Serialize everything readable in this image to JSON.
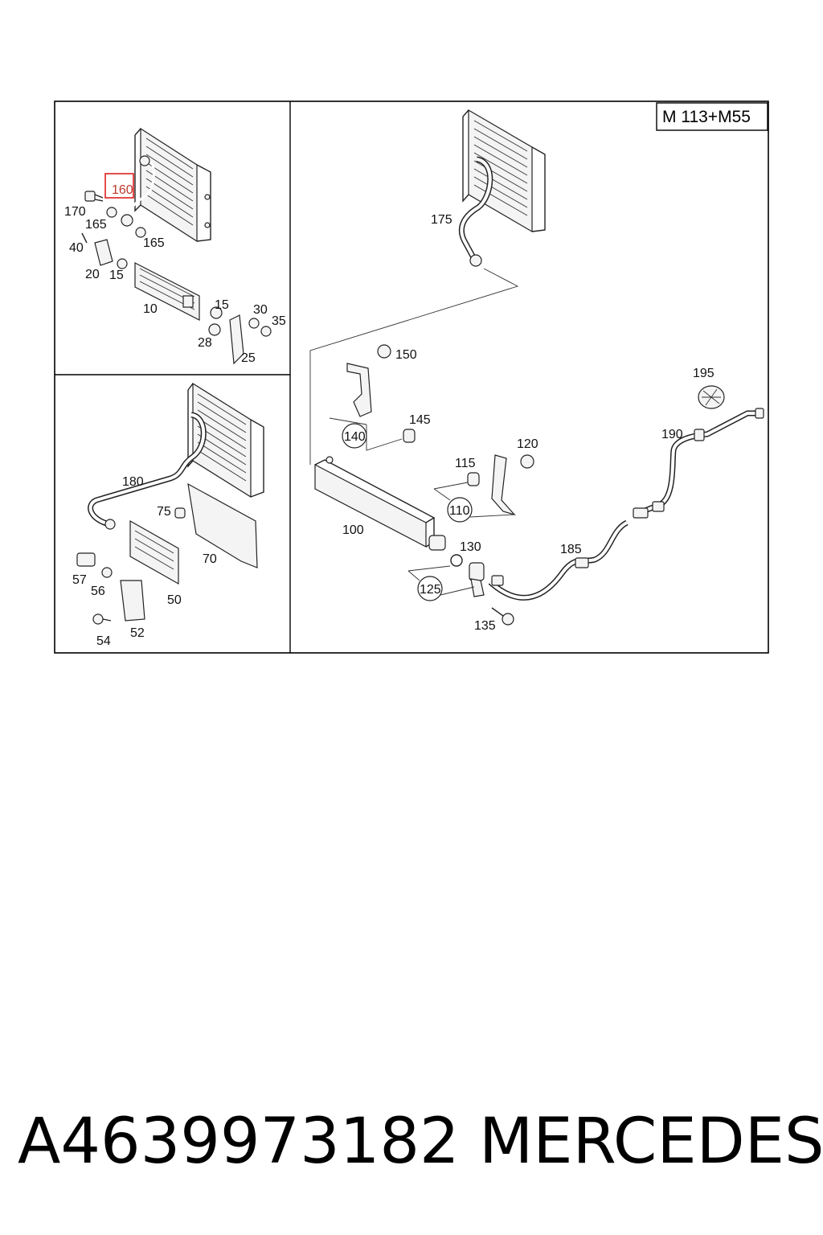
{
  "model_label": "M 113+M55",
  "callouts": {
    "c160": "160",
    "c170": "170",
    "c165a": "165",
    "c165b": "165",
    "c40": "40",
    "c20": "20",
    "c15a": "15",
    "c10": "10",
    "c15b": "15",
    "c30": "30",
    "c35": "35",
    "c28": "28",
    "c25": "25",
    "c180": "180",
    "c75": "75",
    "c70": "70",
    "c57": "57",
    "c56": "56",
    "c50": "50",
    "c54": "54",
    "c52": "52",
    "c175": "175",
    "c150": "150",
    "c195": "195",
    "c140": "140",
    "c145": "145",
    "c190": "190",
    "c115": "115",
    "c120": "120",
    "c110": "110",
    "c100": "100",
    "c130": "130",
    "c185": "185",
    "c125": "125",
    "c135": "135"
  },
  "highlighted_callout": "160",
  "footer": {
    "part_number": "A4639973182",
    "brand": "MERCEDES"
  }
}
